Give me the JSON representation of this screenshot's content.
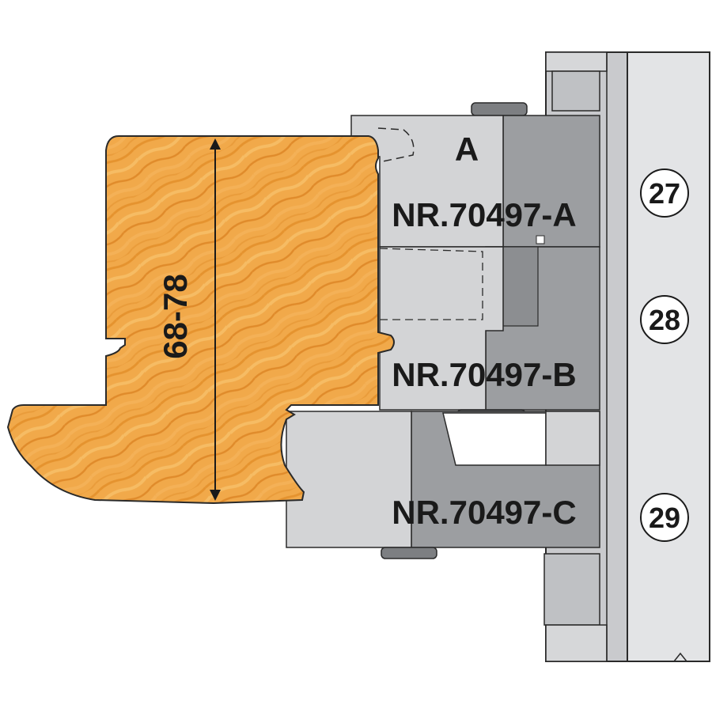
{
  "diagram": {
    "cutter_labels": {
      "a_marker": "A",
      "cutter_a": "NR.70497-A",
      "cutter_b": "NR.70497-B",
      "cutter_c": "NR.70497-C"
    },
    "dimension_label": "68-78",
    "position_numbers": [
      "27",
      "28",
      "29"
    ]
  },
  "colors": {
    "wood_light": "#f5b35a",
    "wood_mid": "#e9962e",
    "wood_dark": "#c8741c",
    "steel_light": "#d9dadc",
    "steel_mid": "#b9bbbe",
    "steel_dark": "#8e9093",
    "outline": "#2a2a2a"
  }
}
